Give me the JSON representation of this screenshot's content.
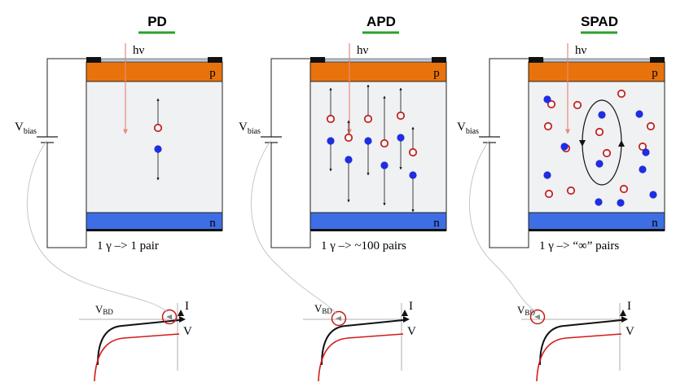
{
  "colors": {
    "p_layer": "#e8730c",
    "n_layer": "#3d6ee3",
    "body": "#f0f1f2",
    "hole": "#c22424",
    "electron": "#1f2ee0",
    "photon": "#e8897a",
    "underline": "#2e9e2e",
    "black_curve": "#111111",
    "red_curve": "#d41a1a",
    "wire": "#c6c6c6",
    "top_window": "#b8c8d8"
  },
  "layer_labels": {
    "p": "p",
    "n": "n"
  },
  "photon_label": "hν",
  "bias": {
    "main": "V",
    "sub": "bias"
  },
  "iv": {
    "vbd_main": "V",
    "vbd_sub": "BD",
    "i_label": "I",
    "v_label": "V"
  },
  "panels": [
    {
      "title": "PD",
      "caption": "1 γ –> 1 pair",
      "mode": "PD"
    },
    {
      "title": "APD",
      "caption": "1 γ –> ~100 pairs",
      "mode": "APD"
    },
    {
      "title": "SPAD",
      "caption": "1 γ –> “∞” pairs",
      "mode": "SPAD"
    }
  ]
}
